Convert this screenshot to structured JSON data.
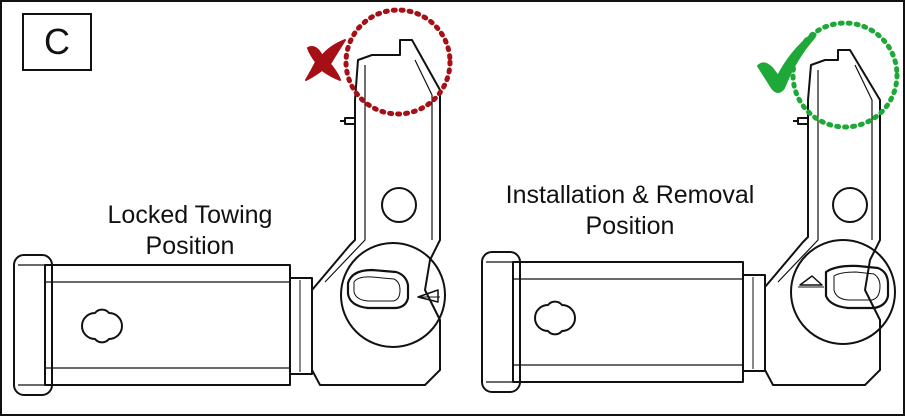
{
  "panel": {
    "label": "C"
  },
  "left_figure": {
    "caption_line1": "Locked Towing",
    "caption_line2": "Position",
    "status_icon": "red-x-icon"
  },
  "right_figure": {
    "caption_line1": "Installation & Removal",
    "caption_line2": "Position",
    "status_icon": "green-check-icon"
  },
  "colors": {
    "incorrect": "#a50f15",
    "correct": "#1ea838",
    "outline": "#111111"
  }
}
